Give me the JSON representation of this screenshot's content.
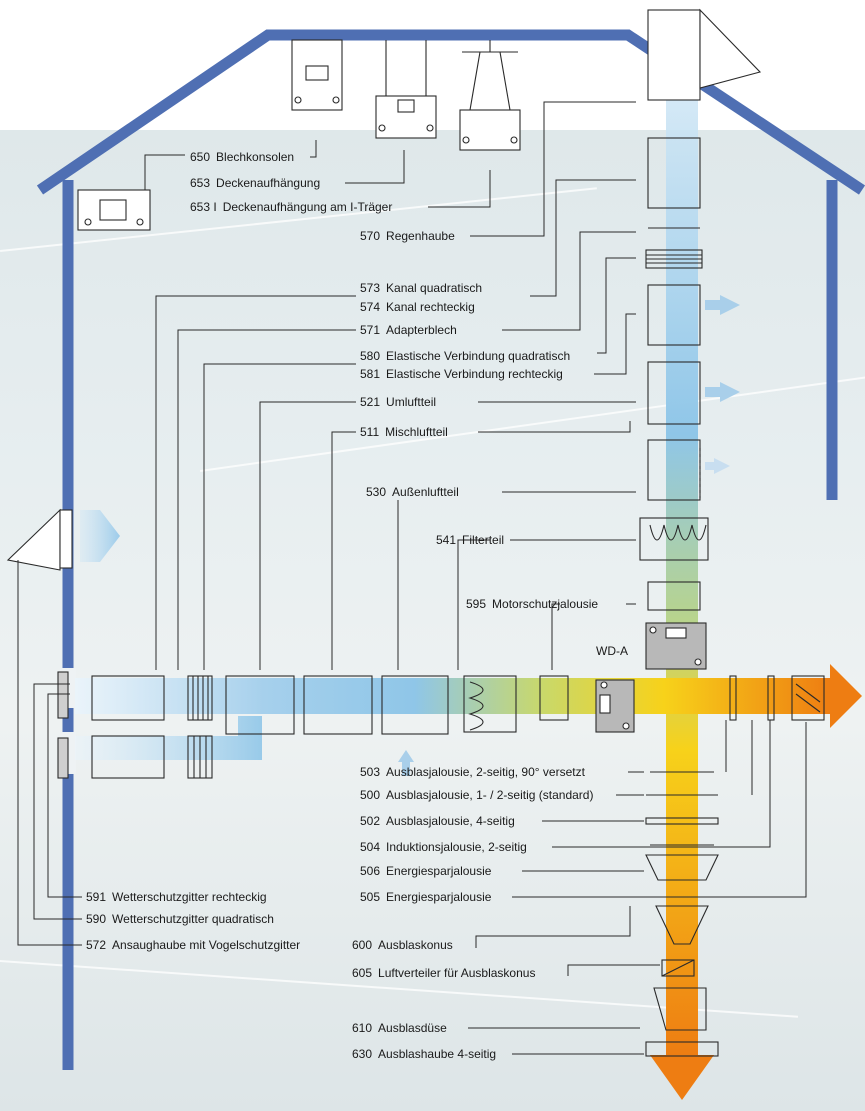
{
  "labels": [
    {
      "num": "650",
      "text": "Blechkonsolen"
    },
    {
      "num": "653",
      "text": "Deckenaufhängung"
    },
    {
      "num": "653 I",
      "text": "Deckenaufhängung am I-Träger"
    },
    {
      "num": "570",
      "text": "Regenhaube"
    },
    {
      "num": "573",
      "text": "Kanal quadratisch"
    },
    {
      "num": "574",
      "text": "Kanal rechteckig"
    },
    {
      "num": "571",
      "text": "Adapterblech"
    },
    {
      "num": "580",
      "text": "Elastische Verbindung quadratisch"
    },
    {
      "num": "581",
      "text": "Elastische Verbindung rechteckig"
    },
    {
      "num": "521",
      "text": "Umluftteil"
    },
    {
      "num": "511",
      "text": "Mischluftteil"
    },
    {
      "num": "530",
      "text": "Außenluftteil"
    },
    {
      "num": "541",
      "text": "Filterteil"
    },
    {
      "num": "595",
      "text": "Motorschutzjalousie"
    },
    {
      "num": "",
      "text": "WD-A"
    },
    {
      "num": "503",
      "text": "Ausblasjalousie, 2-seitig, 90° versetzt"
    },
    {
      "num": "500",
      "text": "Ausblasjalousie, 1- / 2-seitig (standard)"
    },
    {
      "num": "502",
      "text": "Ausblasjalousie, 4-seitig"
    },
    {
      "num": "504",
      "text": "Induktionsjalousie, 2-seitig"
    },
    {
      "num": "506",
      "text": "Energiesparjalousie"
    },
    {
      "num": "505",
      "text": "Energiesparjalousie"
    },
    {
      "num": "591",
      "text": "Wetterschutzgitter rechteckig"
    },
    {
      "num": "590",
      "text": "Wetterschutzgitter quadratisch"
    },
    {
      "num": "572",
      "text": "Ansaughaube mit Vogelschutzgitter"
    },
    {
      "num": "600",
      "text": "Ausblaskonus"
    },
    {
      "num": "605",
      "text": "Luftverteiler für Ausblaskonus"
    },
    {
      "num": "610",
      "text": "Ausblasdüse"
    },
    {
      "num": "630",
      "text": "Ausblashaube 4-seitig"
    }
  ],
  "colors": {
    "building": "#4f6fb3",
    "airflow_cold": "#8fc6e8",
    "airflow_mid": "#c9d86a",
    "airflow_warm": "#f7d21a",
    "airflow_hot": "#ee7d12",
    "leader": "#2a2a2a",
    "component_fill": "#ffffff",
    "unit_fill": "#b8b8b8"
  }
}
